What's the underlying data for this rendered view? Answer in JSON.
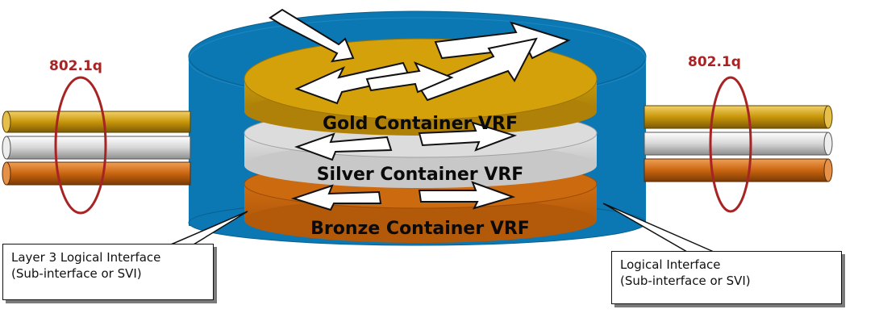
{
  "vrfs": [
    {
      "label": "Gold Container VRF",
      "color": "#d4a10a"
    },
    {
      "label": "Silver Container VRF",
      "color": "#dcdcdc"
    },
    {
      "label": "Bronze Container VRF",
      "color": "#cc6a10"
    }
  ],
  "trunk": {
    "left_label": "802.1q",
    "right_label": "802.1q",
    "ring_color": "#a82424"
  },
  "chassis_color": "#0b78b3",
  "callouts": {
    "left": {
      "line1": "Layer 3 Logical Interface",
      "line2": "(Sub-interface or SVI)"
    },
    "right": {
      "line1": "Logical Interface",
      "line2": "(Sub-interface or SVI)"
    }
  }
}
